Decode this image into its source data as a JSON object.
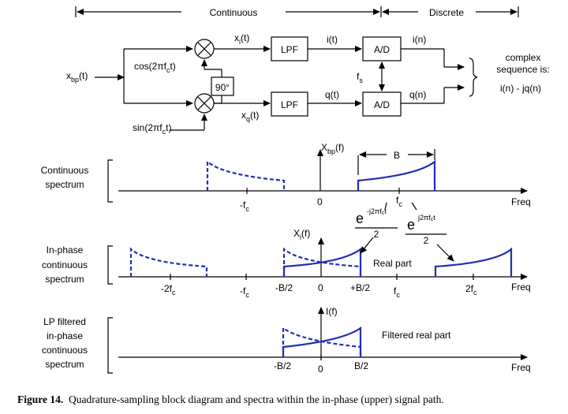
{
  "header": {
    "continuous": "Continuous",
    "discrete": "Discrete"
  },
  "block": {
    "input": "x",
    "input_sub": "bp",
    "input_arg": "(t)",
    "cos_label": "cos(2πf",
    "cos_sub": "c",
    "cos_tail": "t)",
    "sin_label": "sin(2πf",
    "sin_sub": "c",
    "sin_tail": "t)",
    "phase": "90°",
    "xi": "x",
    "xi_sub": "i",
    "xi_arg": "(t)",
    "xq": "x",
    "xq_sub": "q",
    "xq_arg": "(t)",
    "lpf": "LPF",
    "it": "i(t)",
    "qt": "q(t)",
    "ad": "A/D",
    "fs": "f",
    "fs_sub": "s",
    "in": "i(n)",
    "qn": "q(n)",
    "complex1": "complex",
    "complex2": "sequence is:",
    "complex3": "i(n) - jq(n)"
  },
  "spectra": {
    "row1_label": [
      "Continuous",
      "spectrum"
    ],
    "row1_ylabel": "X",
    "row1_ysub": "bp",
    "row1_yarg": "(f)",
    "bandwidth": "B",
    "neg_fc": "-f",
    "fc": "f",
    "c_sub": "c",
    "zero": "0",
    "freq": "Freq",
    "exp_neg": "-j2πf",
    "exp_pos": "j2πf",
    "exp_t": "t",
    "exp_e": "e",
    "exp_den": "2",
    "row2_label": [
      "In-phase",
      "continuous",
      "spectrum"
    ],
    "row2_ylabel": "X",
    "row2_ysub": "i",
    "row2_yarg": "(f)",
    "real_part": "Real part",
    "neg_2fc": "-2f",
    "pos_2fc": "2f",
    "neg_b2": "-B/2",
    "pos_b2": "+B/2",
    "row3_label": [
      "LP filtered",
      "in-phase",
      "continuous",
      "spectrum"
    ],
    "row3_ylabel": "I(f)",
    "filtered_real": "Filtered real part",
    "b2": "B/2"
  },
  "caption": {
    "bold": "Figure 14.",
    "text": "Quadrature-sampling block diagram and spectra within the in-phase (upper) signal path."
  }
}
